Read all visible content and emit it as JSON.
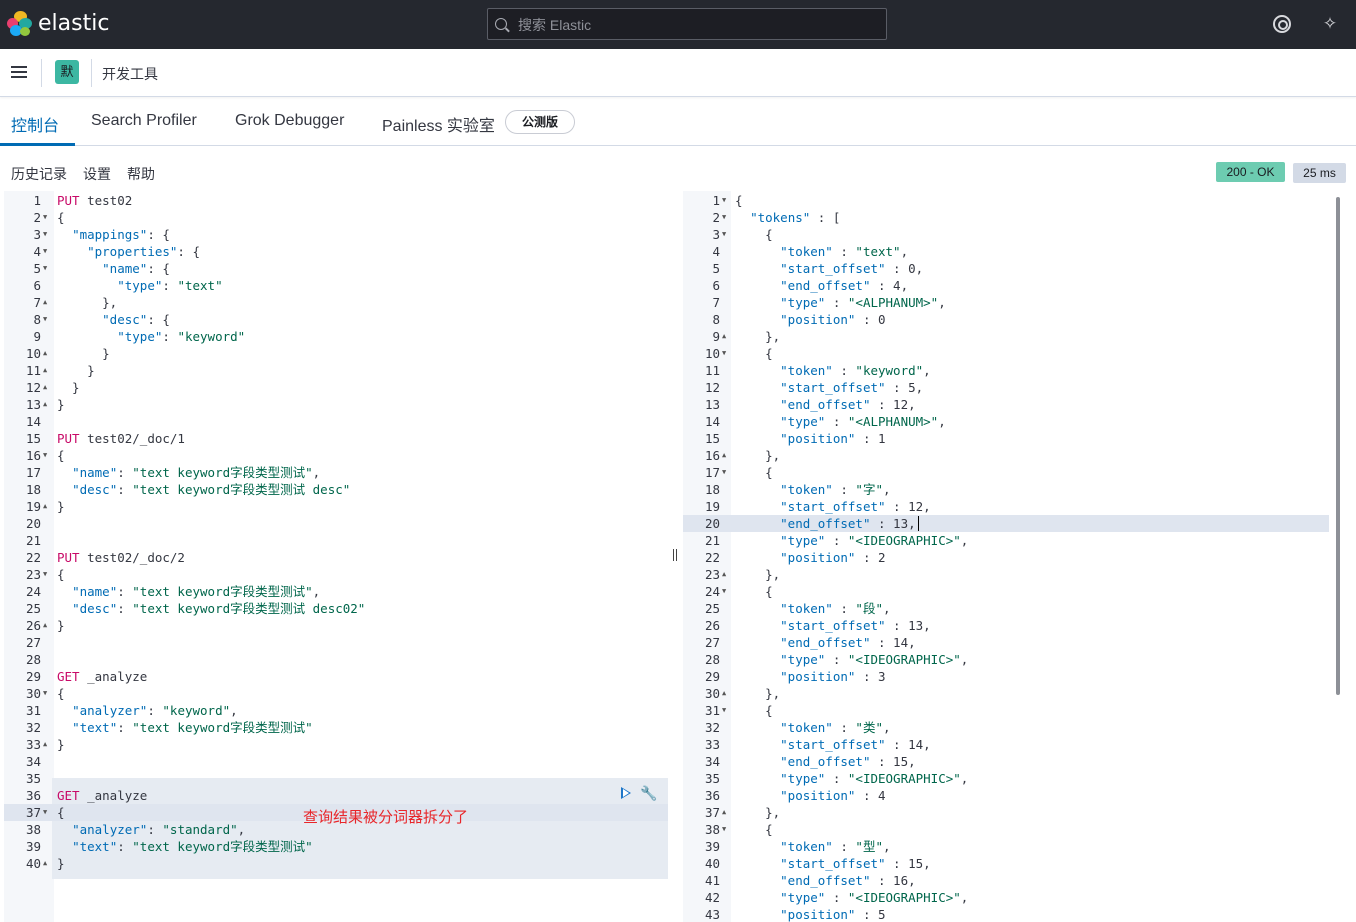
{
  "header": {
    "brand": "elastic",
    "search_placeholder": "搜索 Elastic"
  },
  "breadcrumb": {
    "space_initial": "默",
    "title": "开发工具"
  },
  "tabs": [
    {
      "label": "控制台",
      "active": true
    },
    {
      "label": "Search Profiler"
    },
    {
      "label": "Grok Debugger"
    },
    {
      "label": "Painless 实验室"
    }
  ],
  "beta_badge": "公测版",
  "toolbar": {
    "history": "历史记录",
    "settings": "设置",
    "help": "帮助",
    "status": "200 - OK",
    "time": "25 ms"
  },
  "colors": {
    "accent": "#006bb4",
    "status_ok": "#6dccb1",
    "method": "#c80a68",
    "json_key": "#006bb4",
    "json_string": "#00664b",
    "annotation": "#e8262a"
  },
  "annotation_text": "查询结果被分词器拆分了",
  "request_lines": [
    "PUT test02",
    "{",
    "  \"mappings\": {",
    "    \"properties\": {",
    "      \"name\": {",
    "        \"type\": \"text\"",
    "      },",
    "      \"desc\": {",
    "        \"type\": \"keyword\"",
    "      }",
    "    }",
    "  }",
    "}",
    "",
    "PUT test02/_doc/1",
    "{",
    "  \"name\": \"text keyword字段类型测试\",",
    "  \"desc\": \"text keyword字段类型测试 desc\"",
    "}",
    "",
    "",
    "PUT test02/_doc/2",
    "{",
    "  \"name\": \"text keyword字段类型测试\",",
    "  \"desc\": \"text keyword字段类型测试 desc02\"",
    "}",
    "",
    "",
    "GET _analyze",
    "{",
    "  \"analyzer\": \"keyword\",",
    "  \"text\": \"text keyword字段类型测试\"",
    "}",
    "",
    "",
    "GET _analyze",
    "{",
    "  \"analyzer\": \"standard\",",
    "  \"text\": \"text keyword字段类型测试\"",
    "}"
  ],
  "request_folds": {
    "2": "v",
    "3": "v",
    "4": "v",
    "5": "v",
    "7": "^",
    "8": "v",
    "10": "^",
    "11": "^",
    "12": "^",
    "13": "^",
    "16": "v",
    "19": "^",
    "23": "v",
    "26": "^",
    "30": "v",
    "33": "^",
    "37": "v",
    "40": "^"
  },
  "response_lines": [
    "{",
    "  \"tokens\" : [",
    "    {",
    "      \"token\" : \"text\",",
    "      \"start_offset\" : 0,",
    "      \"end_offset\" : 4,",
    "      \"type\" : \"<ALPHANUM>\",",
    "      \"position\" : 0",
    "    },",
    "    {",
    "      \"token\" : \"keyword\",",
    "      \"start_offset\" : 5,",
    "      \"end_offset\" : 12,",
    "      \"type\" : \"<ALPHANUM>\",",
    "      \"position\" : 1",
    "    },",
    "    {",
    "      \"token\" : \"字\",",
    "      \"start_offset\" : 12,",
    "      \"end_offset\" : 13,",
    "      \"type\" : \"<IDEOGRAPHIC>\",",
    "      \"position\" : 2",
    "    },",
    "    {",
    "      \"token\" : \"段\",",
    "      \"start_offset\" : 13,",
    "      \"end_offset\" : 14,",
    "      \"type\" : \"<IDEOGRAPHIC>\",",
    "      \"position\" : 3",
    "    },",
    "    {",
    "      \"token\" : \"类\",",
    "      \"start_offset\" : 14,",
    "      \"end_offset\" : 15,",
    "      \"type\" : \"<IDEOGRAPHIC>\",",
    "      \"position\" : 4",
    "    },",
    "    {",
    "      \"token\" : \"型\",",
    "      \"start_offset\" : 15,",
    "      \"end_offset\" : 16,",
    "      \"type\" : \"<IDEOGRAPHIC>\",",
    "      \"position\" : 5"
  ],
  "response_folds": {
    "1": "v",
    "2": "v",
    "3": "v",
    "9": "^",
    "10": "v",
    "16": "^",
    "17": "v",
    "23": "^",
    "24": "v",
    "30": "^",
    "31": "v",
    "37": "^",
    "38": "v"
  }
}
